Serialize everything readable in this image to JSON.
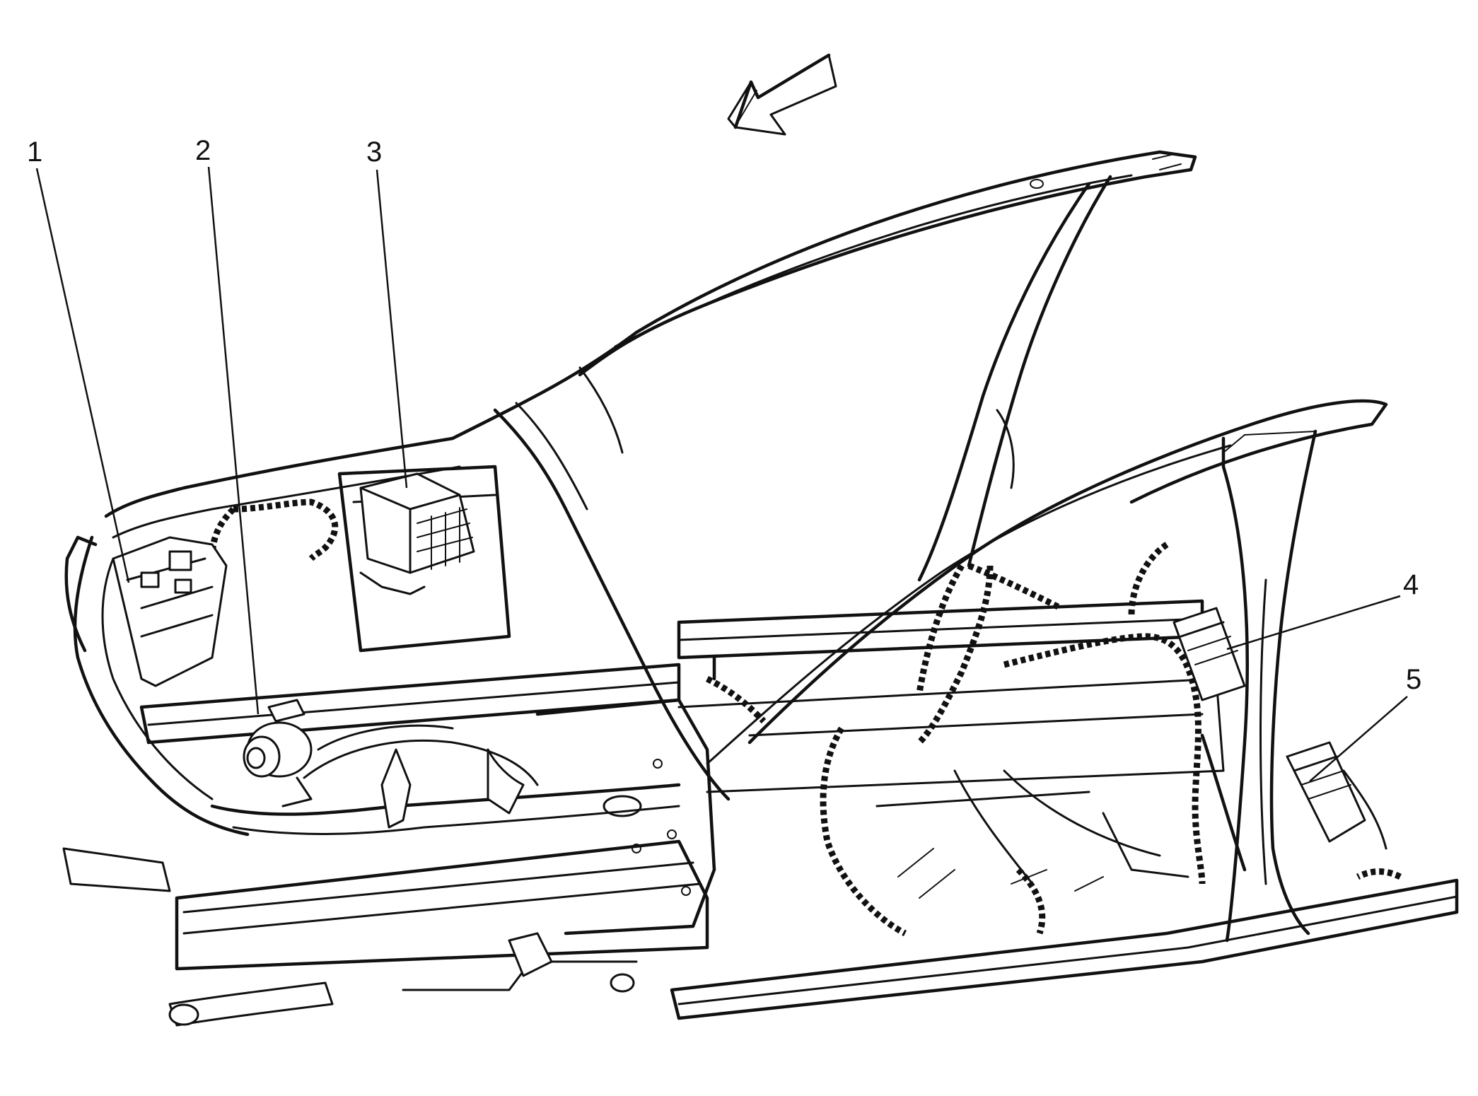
{
  "diagram": {
    "callouts": [
      {
        "id": "1",
        "label": "1"
      },
      {
        "id": "2",
        "label": "2"
      },
      {
        "id": "3",
        "label": "3"
      },
      {
        "id": "4",
        "label": "4"
      },
      {
        "id": "5",
        "label": "5"
      }
    ],
    "direction_arrow": "forward-arrow-icon",
    "colors": {
      "line": "#111111",
      "background": "#ffffff"
    }
  }
}
